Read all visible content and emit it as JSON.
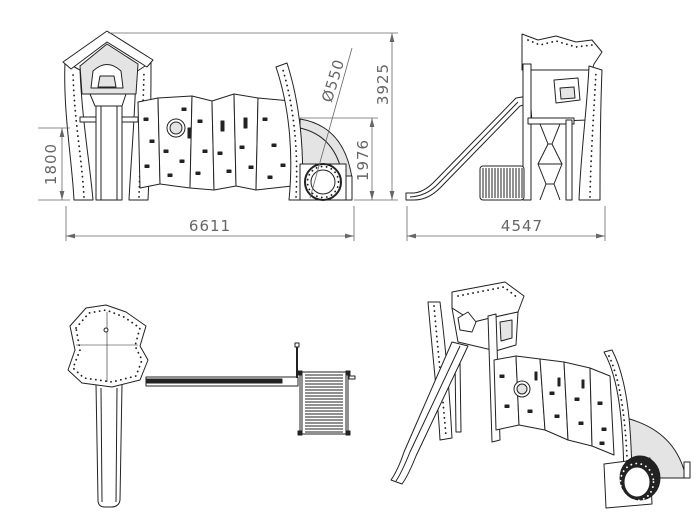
{
  "dimensions": {
    "front_width": "6611",
    "side_width": "4547",
    "platform_height": "1800",
    "arch_height": "1976",
    "total_height": "3925",
    "tunnel_diameter": "Ø550"
  },
  "colors": {
    "line": "#222222",
    "dimension": "#666666",
    "shade": "#e4e4e4"
  }
}
